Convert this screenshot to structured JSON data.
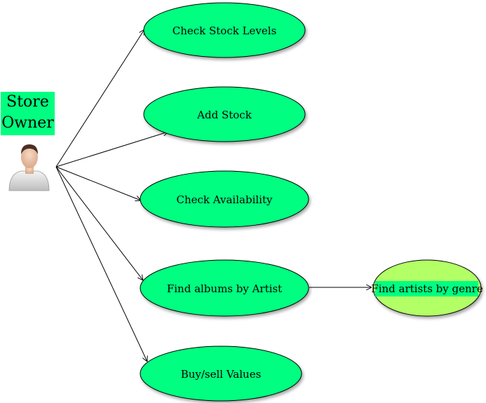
{
  "actor": {
    "label_line1": "Store",
    "label_line2": "Owner",
    "icon": "person-icon"
  },
  "use_cases": [
    {
      "label": "Check Stock Levels"
    },
    {
      "label": "Add Stock"
    },
    {
      "label": "Check Availability"
    },
    {
      "label": "Find albums by Artist"
    },
    {
      "label": "Buy/sell Values"
    }
  ],
  "extension": {
    "label": "Find artists by genre"
  },
  "colors": {
    "use_case_fill": "#00ff80",
    "extension_fill": "#b3ff66",
    "label_highlight": "#00ff80",
    "line": "#000000"
  }
}
